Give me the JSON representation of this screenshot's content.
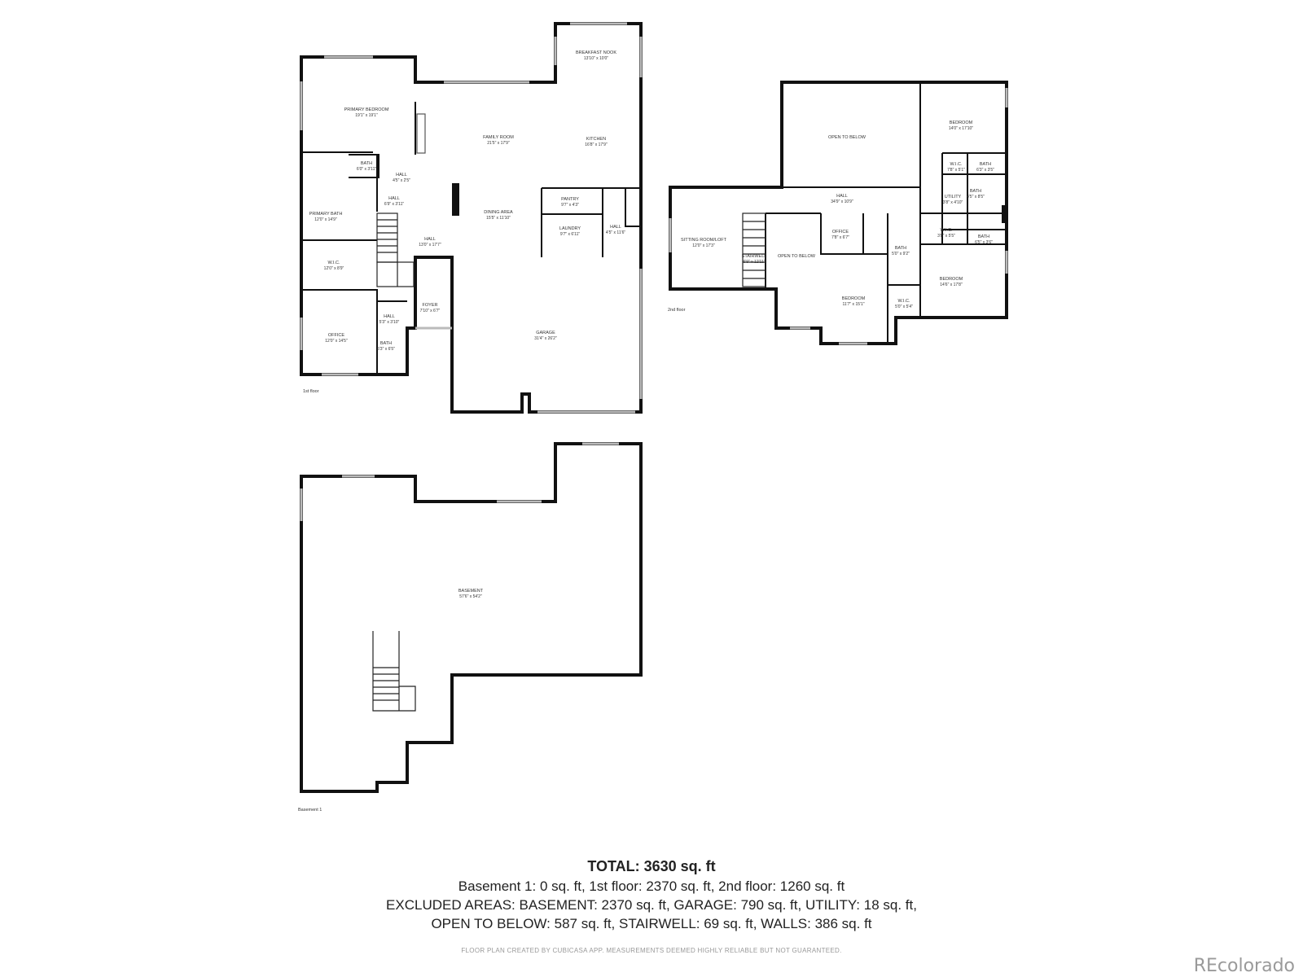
{
  "floors": {
    "first": {
      "label": "1st floor",
      "rooms": [
        {
          "name": "BREAKFAST NOOK",
          "dims": "13'10\" x 10'0\""
        },
        {
          "name": "PRIMARY BEDROOM",
          "dims": "19'1\" x 19'1\""
        },
        {
          "name": "FAMILY ROOM",
          "dims": "21'5\" x 17'9\""
        },
        {
          "name": "KITCHEN",
          "dims": "16'8\" x 17'9\""
        },
        {
          "name": "BATH",
          "dims": "6'0\" x 3'11\""
        },
        {
          "name": "HALL",
          "dims": "4'5\" x 2'5\""
        },
        {
          "name": "HALL",
          "dims": "6'9\" x 3'11\""
        },
        {
          "name": "PANTRY",
          "dims": "9'7\" x 4'3\""
        },
        {
          "name": "DINING AREA",
          "dims": "15'5\" x 11'10\""
        },
        {
          "name": "PRIMARY BATH",
          "dims": "12'0\" x 14'9\""
        },
        {
          "name": "LAUNDRY",
          "dims": "9'7\" x 6'11\""
        },
        {
          "name": "HALL",
          "dims": "4'5\" x 11'6\""
        },
        {
          "name": "HALL",
          "dims": "13'0\" x 17'7\""
        },
        {
          "name": "W.I.C.",
          "dims": "12'0\" x 8'9\""
        },
        {
          "name": "FOYER",
          "dims": "7'10\" x 6'7\""
        },
        {
          "name": "HALL",
          "dims": "5'3\" x 3'10\""
        },
        {
          "name": "GARAGE",
          "dims": "31'4\" x 26'2\""
        },
        {
          "name": "OFFICE",
          "dims": "12'0\" x 14'5\""
        },
        {
          "name": "BATH",
          "dims": "5'3\" x 6'5\""
        }
      ]
    },
    "second": {
      "label": "2nd floor",
      "rooms": [
        {
          "name": "OPEN TO BELOW",
          "dims": ""
        },
        {
          "name": "BEDROOM",
          "dims": "14'0\" x 17'10\""
        },
        {
          "name": "W.I.C.",
          "dims": "7'8\" x 5'1\""
        },
        {
          "name": "BATH",
          "dims": "6'3\" x 3'5\""
        },
        {
          "name": "HALL",
          "dims": "34'9\" x 10'9\""
        },
        {
          "name": "UTILITY",
          "dims": "3'8\" x 4'10\""
        },
        {
          "name": "BATH",
          "dims": "4'5\" x 8'5\""
        },
        {
          "name": "SITTING ROOM/LOFT",
          "dims": "12'0\" x 17'3\""
        },
        {
          "name": "OFFICE",
          "dims": "7'8\" x 6'7\""
        },
        {
          "name": "W.I.C.",
          "dims": "3'8\" x 5'5\""
        },
        {
          "name": "BATH",
          "dims": "6'5\" x 3'6\""
        },
        {
          "name": "BATH",
          "dims": "5'0\" x 9'2\""
        },
        {
          "name": "STAIRWELL",
          "dims": "6'9\" x 12'11\""
        },
        {
          "name": "OPEN TO BELOW",
          "dims": ""
        },
        {
          "name": "BEDROOM",
          "dims": "14'6\" x 17'8\""
        },
        {
          "name": "BEDROOM",
          "dims": "11'7\" x 15'1\""
        },
        {
          "name": "W.I.C.",
          "dims": "5'0\" x 5'4\""
        }
      ]
    },
    "basement": {
      "label": "Basement 1",
      "rooms": [
        {
          "name": "BASEMENT",
          "dims": "57'6\" x 54'2\""
        }
      ]
    }
  },
  "summary": {
    "total": "TOTAL: 3630 sq. ft",
    "line1": "Basement 1: 0 sq. ft, 1st floor: 2370 sq. ft, 2nd floor: 1260 sq. ft",
    "line2": "EXCLUDED AREAS: BASEMENT: 2370 sq. ft, GARAGE: 790 sq. ft, UTILITY: 18 sq. ft,",
    "line3": "OPEN TO BELOW: 587 sq. ft, STAIRWELL: 69 sq. ft, WALLS: 386 sq. ft"
  },
  "disclaimer": "FLOOR PLAN CREATED BY CUBICASA APP. MEASUREMENTS DEEMED HIGHLY RELIABLE BUT NOT GUARANTEED.",
  "brand": "REcolorado"
}
